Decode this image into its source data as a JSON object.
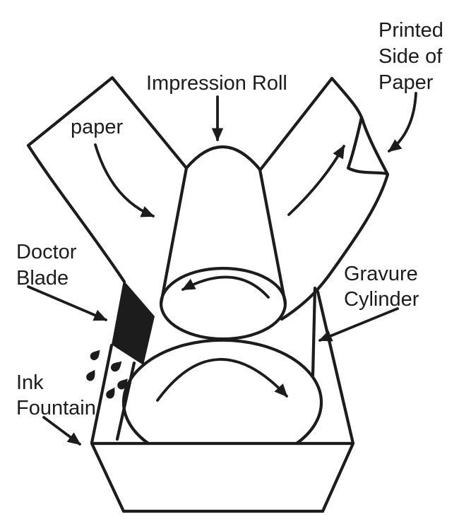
{
  "colors": {
    "background": "#ffffff",
    "ink": "#1c1c1c"
  },
  "labels": {
    "paper": {
      "lines": [
        "paper"
      ]
    },
    "impression_roll": {
      "lines": [
        "Impression Roll"
      ]
    },
    "printed_side": {
      "lines": [
        "Printed",
        "Side of",
        "Paper"
      ]
    },
    "doctor_blade": {
      "lines": [
        "Doctor",
        "Blade"
      ]
    },
    "ink_fountain": {
      "lines": [
        "Ink",
        "Fountain"
      ]
    },
    "gravure_cylinder": {
      "lines": [
        "Gravure",
        "Cylinder"
      ]
    }
  },
  "rotations": {
    "impression_roll": "counterclockwise",
    "gravure_cylinder": "clockwise"
  }
}
